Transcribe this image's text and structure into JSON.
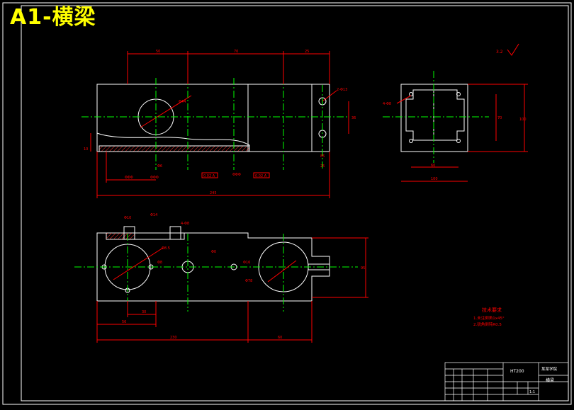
{
  "banner": {
    "title": "A1-横梁"
  },
  "colors": {
    "background": "#000000",
    "outline": "#ffffff",
    "centerline": "#00ff00",
    "dimension": "#ff0000",
    "banner": "#ffff00",
    "hatch": "#ff3030"
  },
  "front_view": {
    "dim_top": [
      "50",
      "70",
      "25"
    ],
    "hole_dia": "Φ44",
    "hole_small": "2-Φ13",
    "dim_right": "36",
    "dim_depth": "85",
    "dim_bottom_b": "25",
    "dim_left": "10",
    "dim_overall": "245",
    "dim_a": "ΦΦΦ",
    "dim_b": "ΦΦΦ",
    "dim_c": "Φ6",
    "dim_d": "ΦΦΦ",
    "tol_1": "0.02 A",
    "tol_2": "0.02 A",
    "roughness": "3.2"
  },
  "side_view": {
    "dim_height": "100",
    "dim_inner": "70",
    "dim_bottom_inner": "60",
    "dim_bottom_outer": "100",
    "hole_note": "4-Φ8"
  },
  "top_view": {
    "dim_pin1": "Φ10",
    "dim_pin2": "Φ14",
    "dim_pin3": "4-Φ8",
    "hole_big_left": "Φ8.5",
    "hole_big_right": "Φ78",
    "hole_mid": "Φ0",
    "hole_pin": "Φ16",
    "hole_slot": "Φ8",
    "dim_step": "30",
    "dim_left": "56",
    "dim_total": "230",
    "dim_right": "60",
    "dim_height": "95"
  },
  "notes": {
    "heading": "技术要求",
    "items": [
      "1.未注倒角1x45°",
      "2.锐角倒钝R0.5"
    ]
  },
  "title_block": {
    "part_name": "横梁",
    "school": "某某学院",
    "material": "HT200",
    "scale": "1:1"
  }
}
